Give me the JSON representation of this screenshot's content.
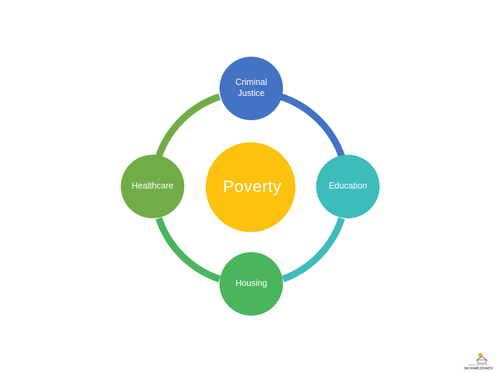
{
  "diagram": {
    "center": {
      "label": "Poverty",
      "color": "#fdc10f"
    },
    "nodes": [
      {
        "label": "Criminal\nJustice",
        "color": "#4472c4"
      },
      {
        "label": "Education",
        "color": "#3ebcbc"
      },
      {
        "label": "Housing",
        "color": "#4bb55e"
      },
      {
        "label": "Healthcare",
        "color": "#70ad47"
      }
    ],
    "arcs": [
      {
        "from": "Criminal Justice",
        "to": "Education",
        "color": "#4472c4"
      },
      {
        "from": "Education",
        "to": "Housing",
        "color": "#3ebcbc"
      },
      {
        "from": "Housing",
        "to": "Healthcare",
        "color": "#4bb55e"
      },
      {
        "from": "Healthcare",
        "to": "Criminal Justice",
        "color": "#70ad47"
      }
    ]
  },
  "logo": {
    "icon": "house-sun-logo-icon",
    "text_line1": "TAKING ACTION TO",
    "text_line2": "END HOMELESSNESS"
  }
}
